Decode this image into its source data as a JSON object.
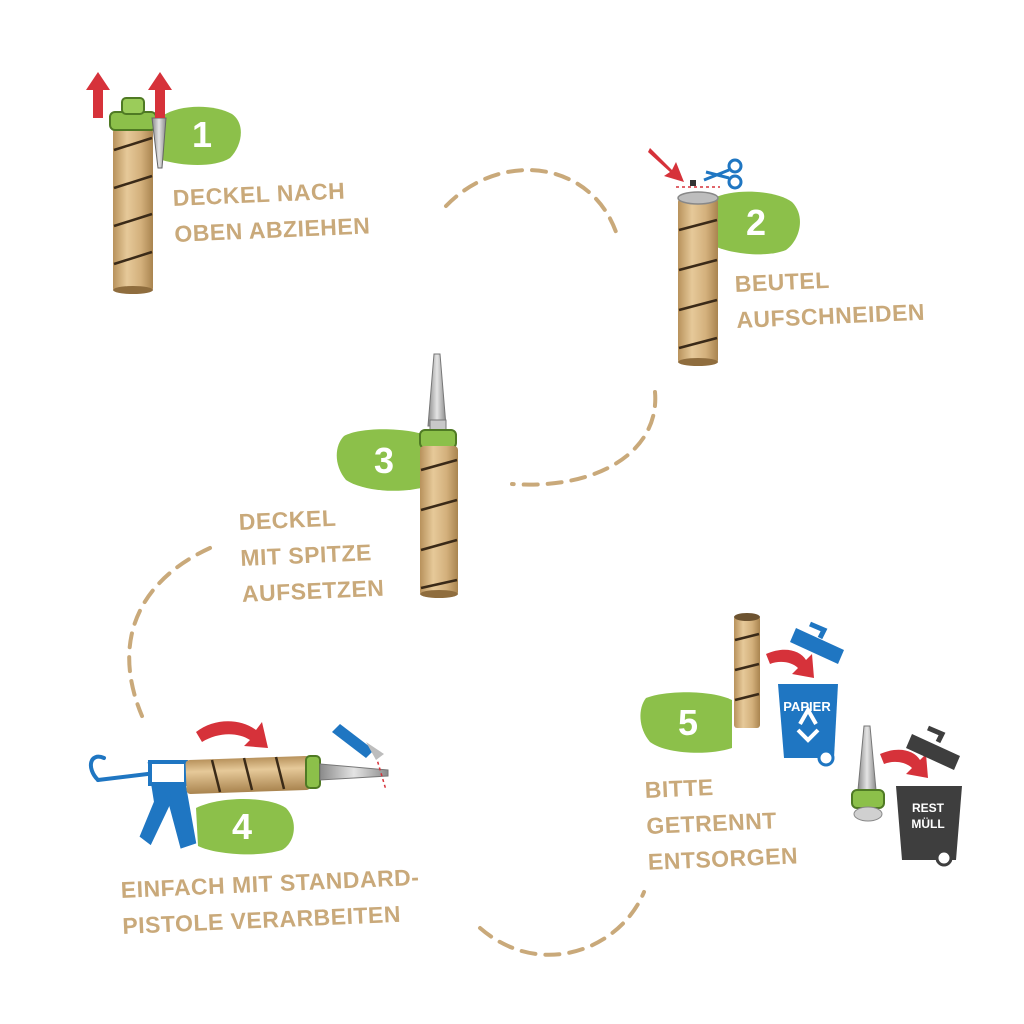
{
  "steps": [
    {
      "number": "1",
      "lines": [
        "DECKEL NACH",
        "OBEN ABZIEHEN"
      ]
    },
    {
      "number": "2",
      "lines": [
        "BEUTEL",
        "AUFSCHNEIDEN"
      ]
    },
    {
      "number": "3",
      "lines": [
        "DECKEL",
        "MIT SPITZE",
        "AUFSETZEN"
      ]
    },
    {
      "number": "4",
      "lines": [
        "EINFACH MIT STANDARD-",
        "PISTOLE VERARBEITEN"
      ]
    },
    {
      "number": "5",
      "lines": [
        "BITTE",
        "GETRENNT",
        "ENTSORGEN"
      ]
    }
  ],
  "bins": {
    "paper_label": "PAPIER",
    "rest_label_1": "REST",
    "rest_label_2": "MÜLL"
  },
  "colors": {
    "text": "#c9a97a",
    "green": "#8cc04a",
    "tube": "#d9b98a",
    "arrow": "#d6323a",
    "paper_bin": "#1f76c2",
    "rest_bin": "#3e3e3e",
    "path": "#c9a97a"
  },
  "icons": [
    "up-arrow-icon",
    "scissors-icon",
    "cutter-knife-icon",
    "recycle-icon",
    "curved-arrow-icon"
  ]
}
